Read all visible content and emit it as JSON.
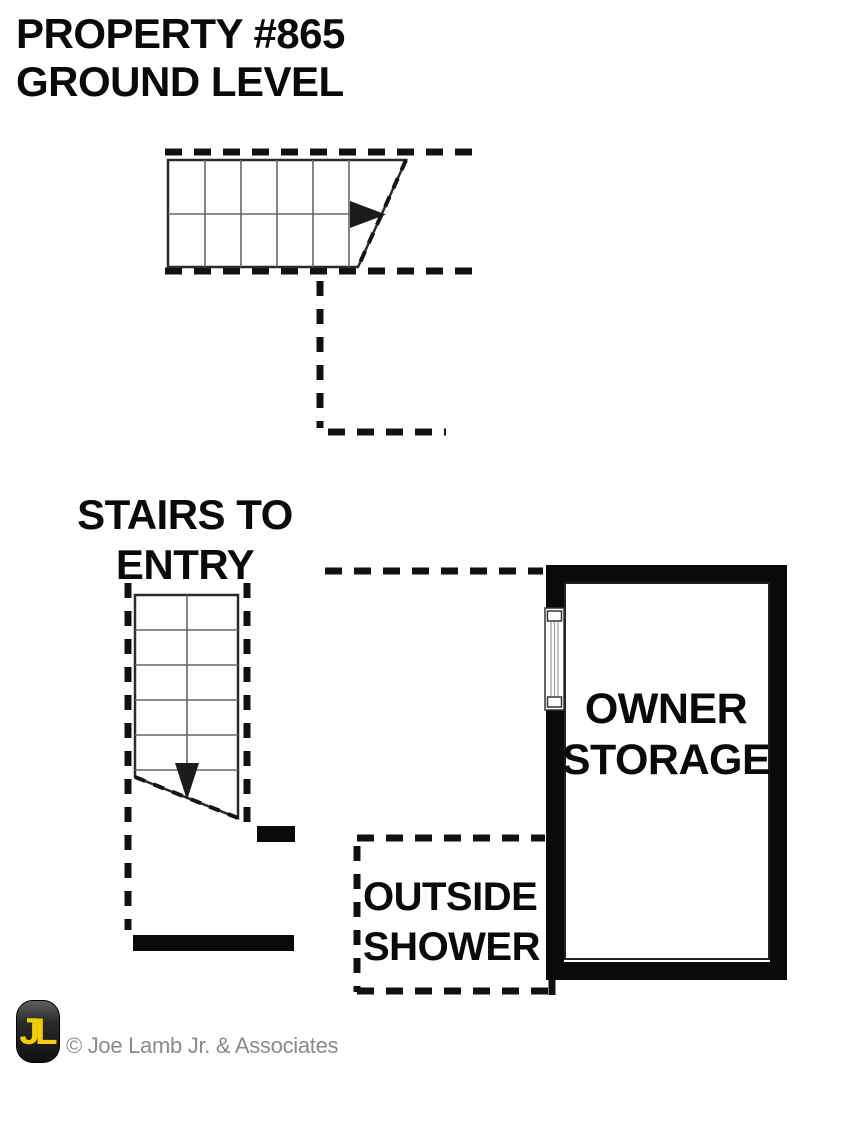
{
  "title": {
    "line1": "PROPERTY #865",
    "line2": "GROUND LEVEL"
  },
  "plan": {
    "stairs_entry_label": {
      "line1": "STAIRS TO",
      "line2": "ENTRY"
    },
    "owner_storage_label": {
      "line1": "OWNER",
      "line2": "STORAGE"
    },
    "outside_shower_label": {
      "line1": "OUTSIDE",
      "line2": "SHOWER"
    }
  },
  "footer": {
    "logo_monogram": "JL",
    "copyright": "© Joe Lamb Jr. & Associates"
  },
  "colors": {
    "background": "#ffffff",
    "line_black": "#111111",
    "tread_gray": "#666666",
    "wall_black": "#0a0a0a",
    "logo_yellow": "#f2cd00",
    "copyright_gray": "#8a8a8a"
  }
}
